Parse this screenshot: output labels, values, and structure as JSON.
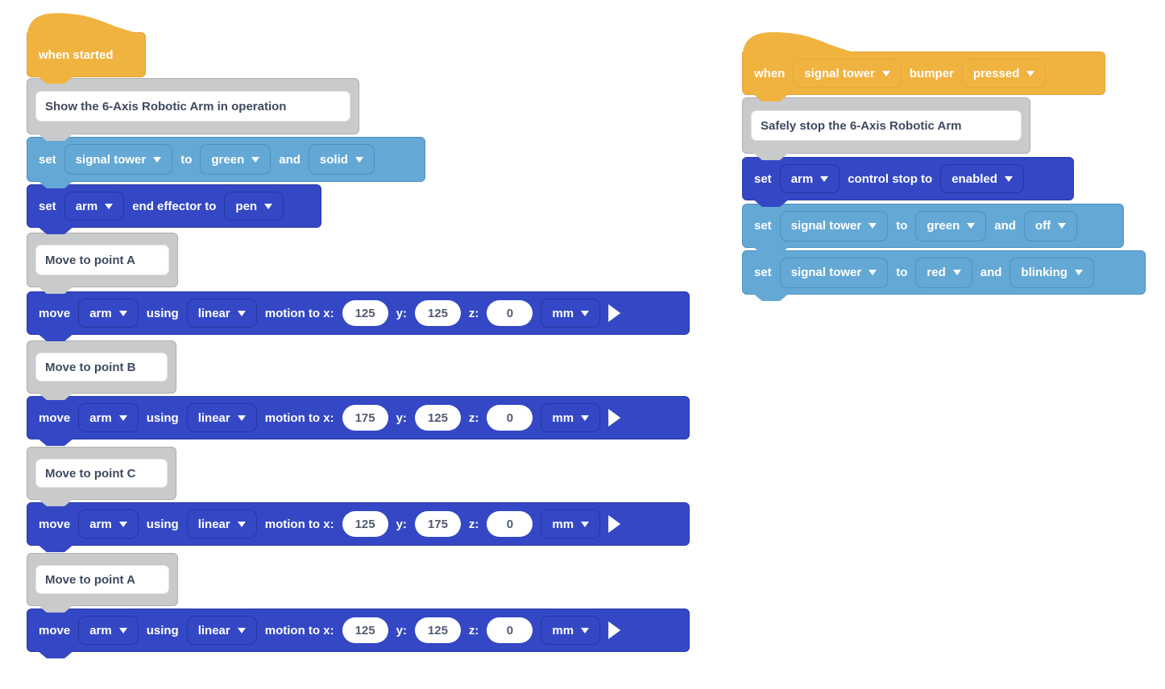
{
  "colors": {
    "hat_yellow": "#F1B340",
    "comment_gray": "#C9CACB",
    "device_light_blue": "#64A8D6",
    "motion_dark_blue": "#3448C5",
    "comment_text": "#3E4A5F",
    "pill_text": "#515C70"
  },
  "icons": {
    "chevron_down": "caret-triangle-down",
    "play": "right-triangle"
  },
  "left": {
    "hat": {
      "label": "when started"
    },
    "comment_show": {
      "text": "Show the 6-Axis Robotic Arm in operation"
    },
    "set_tower": {
      "set": "set",
      "device": "signal tower",
      "to": "to",
      "color": "green",
      "and": "and",
      "mode": "solid"
    },
    "set_effector": {
      "set": "set",
      "device": "arm",
      "label": "end effector to",
      "tool": "pen"
    },
    "comment_a1": {
      "text": "Move to point A"
    },
    "move_1": {
      "move": "move",
      "device": "arm",
      "using": "using",
      "motion": "linear",
      "to_x": "motion to x:",
      "x": "125",
      "y_label": "y:",
      "y": "125",
      "z_label": "z:",
      "z": "0",
      "unit": "mm"
    },
    "comment_b": {
      "text": "Move to point B"
    },
    "move_2": {
      "move": "move",
      "device": "arm",
      "using": "using",
      "motion": "linear",
      "to_x": "motion to x:",
      "x": "175",
      "y_label": "y:",
      "y": "125",
      "z_label": "z:",
      "z": "0",
      "unit": "mm"
    },
    "comment_c": {
      "text": "Move to point C"
    },
    "move_3": {
      "move": "move",
      "device": "arm",
      "using": "using",
      "motion": "linear",
      "to_x": "motion to x:",
      "x": "125",
      "y_label": "y:",
      "y": "175",
      "z_label": "z:",
      "z": "0",
      "unit": "mm"
    },
    "comment_a2": {
      "text": "Move to point A"
    },
    "move_4": {
      "move": "move",
      "device": "arm",
      "using": "using",
      "motion": "linear",
      "to_x": "motion to x:",
      "x": "125",
      "y_label": "y:",
      "y": "125",
      "z_label": "z:",
      "z": "0",
      "unit": "mm"
    }
  },
  "right": {
    "hat": {
      "when": "when",
      "device": "signal tower",
      "event": "bumper",
      "state": "pressed"
    },
    "comment_stop": {
      "text": "Safely stop the 6-Axis Robotic Arm"
    },
    "set_control_stop": {
      "set": "set",
      "device": "arm",
      "label": "control stop to",
      "state": "enabled"
    },
    "set_tower_off": {
      "set": "set",
      "device": "signal tower",
      "to": "to",
      "color": "green",
      "and": "and",
      "mode": "off"
    },
    "set_tower_blink": {
      "set": "set",
      "device": "signal tower",
      "to": "to",
      "color": "red",
      "and": "and",
      "mode": "blinking"
    }
  }
}
